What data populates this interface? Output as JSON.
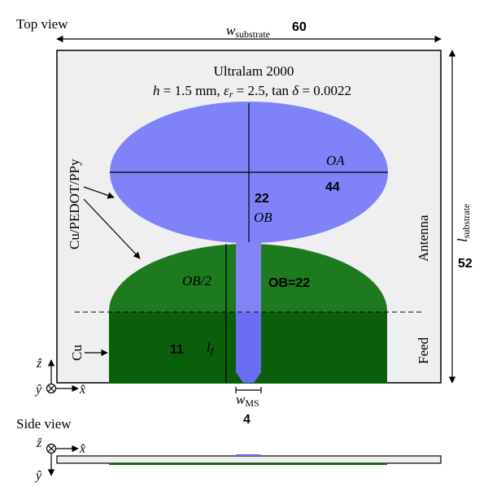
{
  "labels": {
    "top_view": "Top view",
    "side_view": "Side view",
    "substrate_name": "Ultralam 2000",
    "substrate_h": "h",
    "substrate_h_value": " = 1.5 mm, ",
    "substrate_eps": "ε",
    "substrate_eps_sub": "r",
    "substrate_eps_value": " = 2.5, tan ",
    "substrate_delta": "δ",
    "substrate_delta_value": " = 0.0022",
    "w_substrate_var": "w",
    "w_substrate_sub": "substrate",
    "w_substrate_value": "60",
    "l_substrate_var": "l",
    "l_substrate_sub": "substrate",
    "l_substrate_value": "52",
    "material_patch": "Cu/PEDOT/PPy",
    "material_ground": "Cu",
    "oa": "OA",
    "oa_value": "44",
    "ob": "OB",
    "ob_value": "22",
    "ob_half": "OB/2",
    "ob_eq": "OB=22",
    "lf_var": "l",
    "lf_sub": "f",
    "lf_value": "11",
    "wms_var": "w",
    "wms_sub": "MS",
    "wms_value": "4",
    "antenna": "Antenna",
    "feed": "Feed",
    "axis_z": "ẑ",
    "axis_y": "ŷ",
    "axis_x": "x̂"
  },
  "colors": {
    "substrate": "#efefef",
    "patch": "#7f82f8",
    "ground_top": "#1e7a1e",
    "ground_bottom": "#0b5f0b",
    "feed_line": "#8183f7",
    "feed_line_dark": "#6b6df5",
    "dimension": "#000000"
  }
}
